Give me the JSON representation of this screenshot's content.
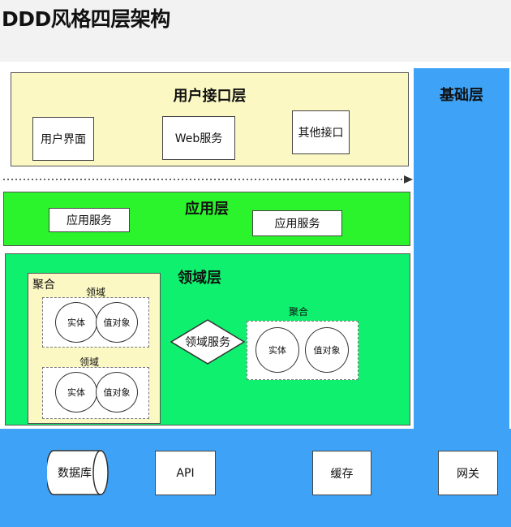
{
  "title": "DDD风格四层架构",
  "infrastructure": {
    "label": "基础层",
    "components": [
      "数据库",
      "API",
      "缓存",
      "网关"
    ]
  },
  "user_interface_layer": {
    "label": "用户接口层",
    "components": [
      "用户界面",
      "Web服务",
      "其他接口"
    ]
  },
  "application_layer": {
    "label": "应用层",
    "components": [
      "应用服务",
      "应用服务"
    ]
  },
  "domain_layer": {
    "label": "领域层",
    "aggregate_left": {
      "label": "聚合",
      "domains": [
        {
          "label": "领域",
          "entity": "实体",
          "value_object": "值对象"
        },
        {
          "label": "领域",
          "entity": "实体",
          "value_object": "值对象"
        }
      ]
    },
    "domain_service": "领域服务",
    "aggregate_right": {
      "label": "聚合",
      "entity": "实体",
      "value_object": "值对象"
    }
  },
  "colors": {
    "user_interface_layer": "#fbf8c4",
    "application_layer": "#2cf42c",
    "domain_layer": "#0ef06e",
    "aggregate": "#fbf8c4",
    "infrastructure": "#3ea3f7"
  }
}
